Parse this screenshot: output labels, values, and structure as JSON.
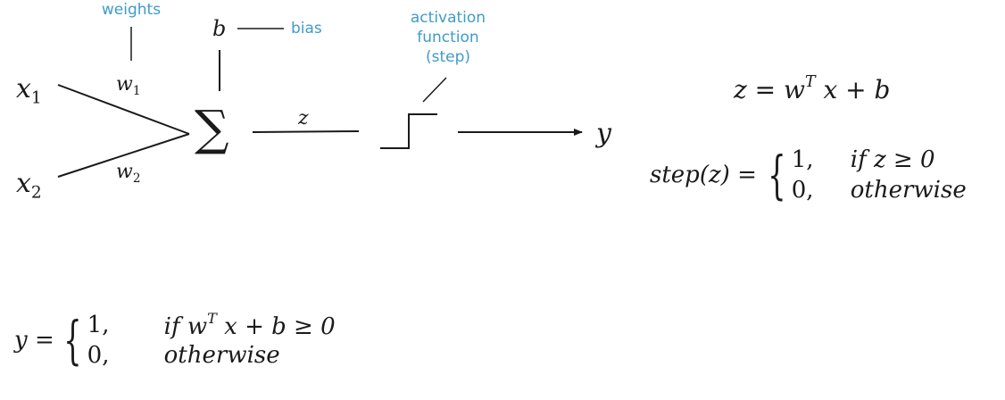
{
  "diagram": {
    "inputs": {
      "x1": "x",
      "x1_sub": "1",
      "x2": "x",
      "x2_sub": "2"
    },
    "weights": {
      "w1": "w",
      "w1_sub": "1",
      "w2": "w",
      "w2_sub": "2"
    },
    "sum_symbol": "∑",
    "bias_symbol": "b",
    "z_label": "z",
    "output": "y",
    "annotations": {
      "weights": "weights",
      "bias": "bias",
      "activation_line1": "activation",
      "activation_line2": "function",
      "activation_line3": "(step)"
    },
    "colors": {
      "annotation": "#3f9bc9",
      "lines": "#1a1a1a"
    }
  },
  "equations": {
    "z_def": {
      "lhs": "z = w",
      "sup": "T",
      "rhs": "x + b"
    },
    "step_def": {
      "lhs": "step(z) =",
      "case1_value": "1,",
      "case1_cond": "if z ≥ 0",
      "case2_value": "0,",
      "case2_cond": "otherwise"
    },
    "y_def": {
      "lhs": "y =",
      "case1_value": "1,",
      "case1_cond_pre": "if w",
      "case1_cond_sup": "T",
      "case1_cond_post": "x + b ≥ 0",
      "case2_value": "0,",
      "case2_cond": "otherwise"
    }
  }
}
